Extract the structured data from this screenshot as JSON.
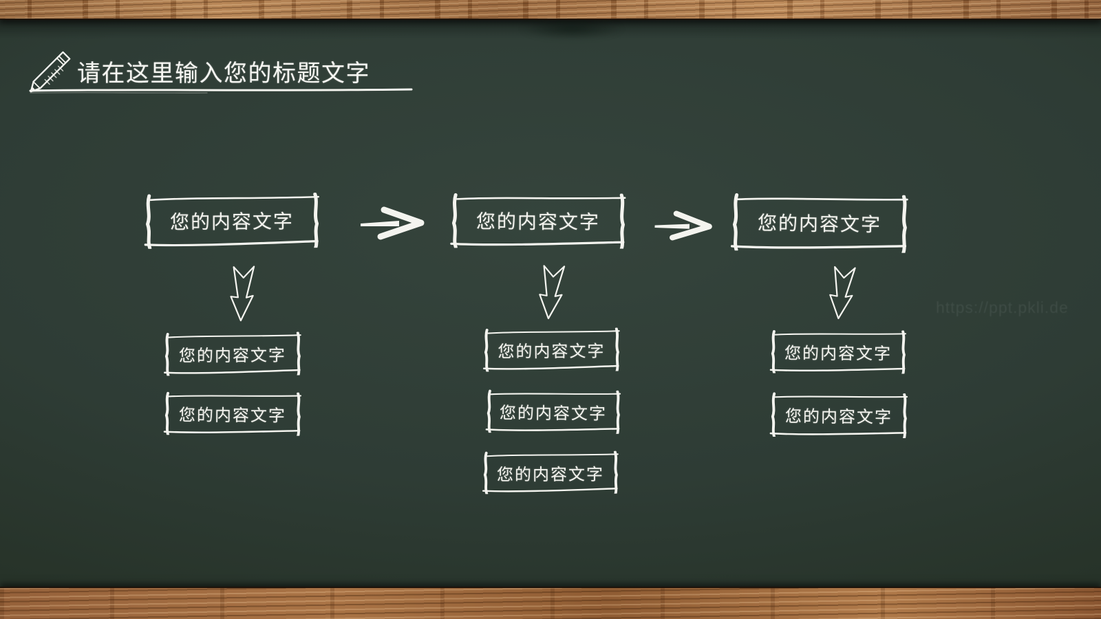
{
  "slide": {
    "title": "请在这里输入您的标题文字",
    "watermark": "https://ppt.pkli.de"
  },
  "flow": {
    "box_label": "您的内容文字",
    "columns": [
      {
        "top": "您的内容文字",
        "children": [
          "您的内容文字",
          "您的内容文字"
        ]
      },
      {
        "top": "您的内容文字",
        "children": [
          "您的内容文字",
          "您的内容文字",
          "您的内容文字"
        ]
      },
      {
        "top": "您的内容文字",
        "children": [
          "您的内容文字",
          "您的内容文字"
        ]
      }
    ]
  },
  "icons": {
    "title_icon": "pencil-icon",
    "flow_connector": "right-arrow-icon",
    "column_connector": "down-arrow-icon"
  },
  "colors": {
    "chalk": "#f4f4ef",
    "board_center": "#35443c",
    "board_edge": "#1f2b25",
    "wood": "#9c6b40"
  }
}
